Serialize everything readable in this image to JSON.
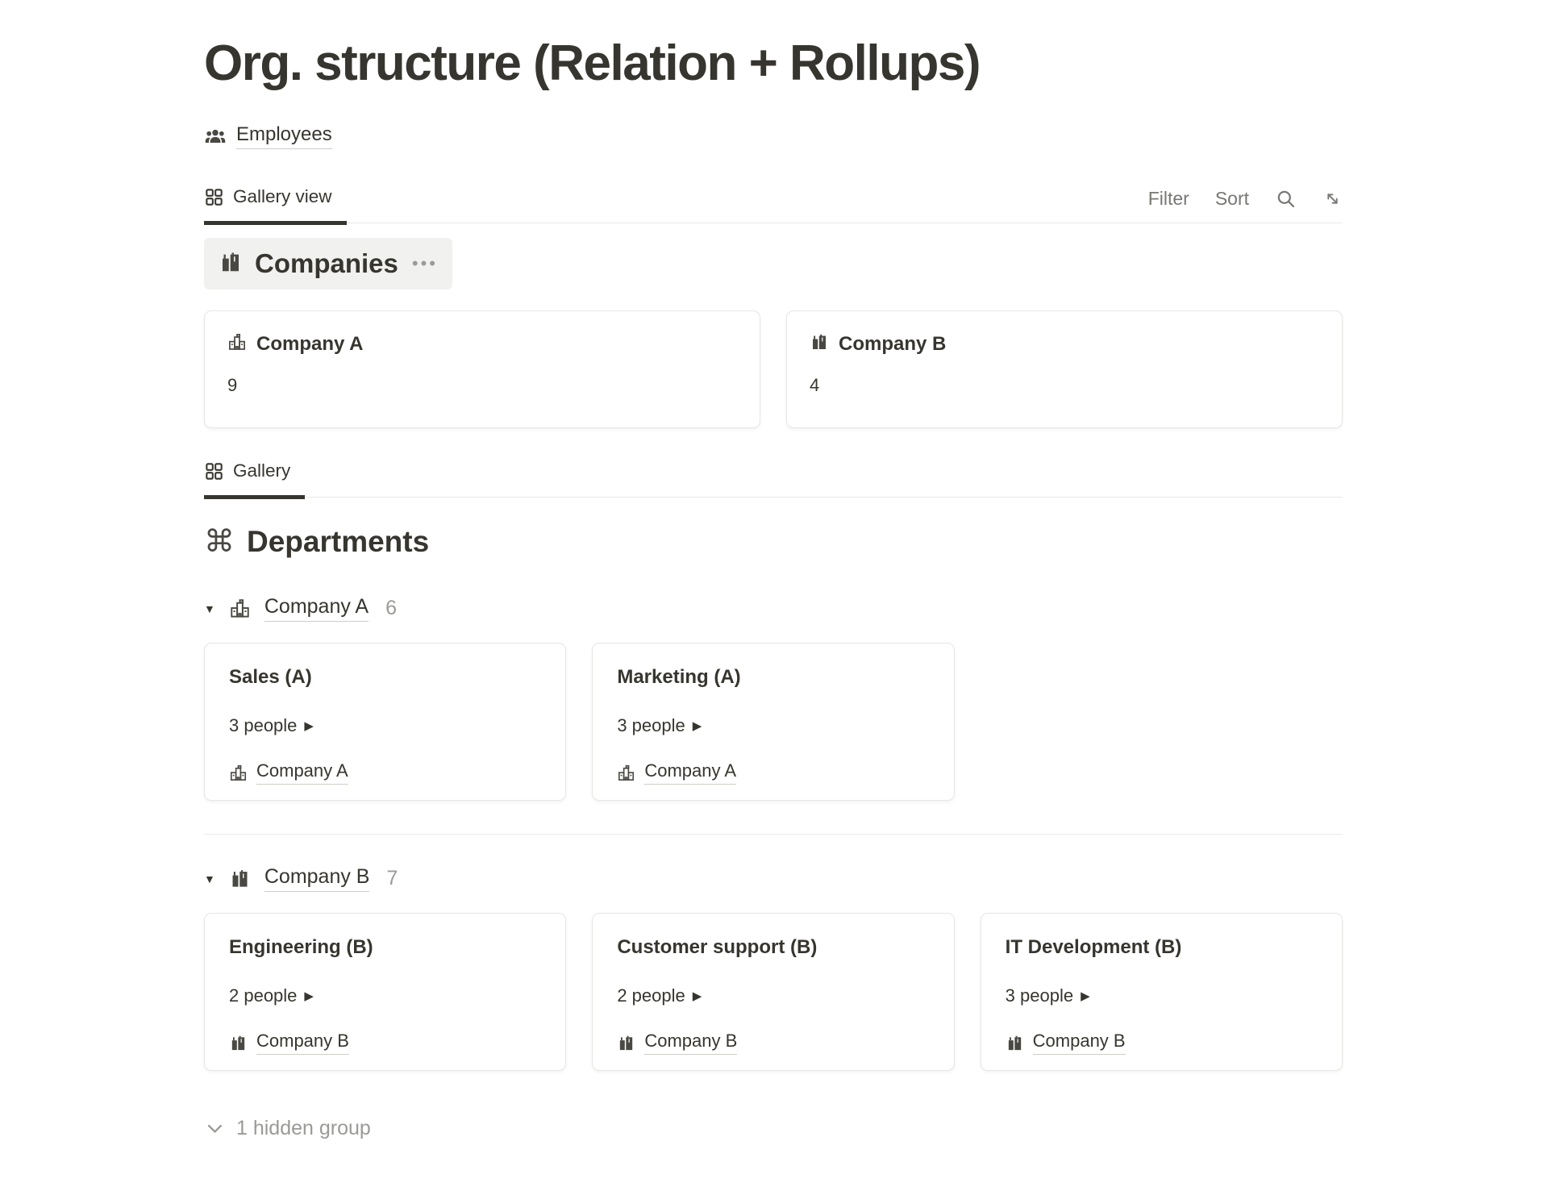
{
  "colors": {
    "text": "#37352f",
    "muted_text": "#787774",
    "faint_text": "#9b9a97",
    "border": "#e9e9e7",
    "group_chip_bg": "#f1f1ef",
    "card_bg": "#ffffff"
  },
  "page": {
    "title": "Org. structure (Relation + Rollups)"
  },
  "employees_link": {
    "label": "Employees",
    "icon": "people-icon"
  },
  "toolbar": {
    "tab_label": "Gallery view",
    "tab_icon": "gallery-icon",
    "filter_label": "Filter",
    "sort_label": "Sort",
    "icons": [
      "search-icon",
      "expand-icon"
    ]
  },
  "companies": {
    "header": "Companies",
    "icon": "city-buildings-icon",
    "menu_icon": "ellipsis-icon",
    "cards": [
      {
        "icon": "school-building-icon",
        "title": "Company A",
        "rollup_value": "9"
      },
      {
        "icon": "city-buildings-icon",
        "title": "Company B",
        "rollup_value": "4"
      }
    ]
  },
  "gallery_tab": {
    "label": "Gallery",
    "icon": "gallery-icon"
  },
  "departments": {
    "header": "Departments",
    "icon": "command-icon",
    "groups": [
      {
        "icon": "school-building-icon",
        "label": "Company A",
        "count": "6",
        "cards": [
          {
            "title": "Sales (A)",
            "people": "3 people",
            "company_icon": "school-building-icon",
            "company": "Company A"
          },
          {
            "title": "Marketing (A)",
            "people": "3 people",
            "company_icon": "school-building-icon",
            "company": "Company A"
          }
        ]
      },
      {
        "icon": "city-buildings-icon",
        "label": "Company B",
        "count": "7",
        "cards": [
          {
            "title": "Engineering (B)",
            "people": "2 people",
            "company_icon": "city-buildings-icon",
            "company": "Company B"
          },
          {
            "title": "Customer support (B)",
            "people": "2 people",
            "company_icon": "city-buildings-icon",
            "company": "Company B"
          },
          {
            "title": "IT Development (B)",
            "people": "3 people",
            "company_icon": "city-buildings-icon",
            "company": "Company B"
          }
        ]
      }
    ],
    "hidden_group_label": "1 hidden group"
  }
}
